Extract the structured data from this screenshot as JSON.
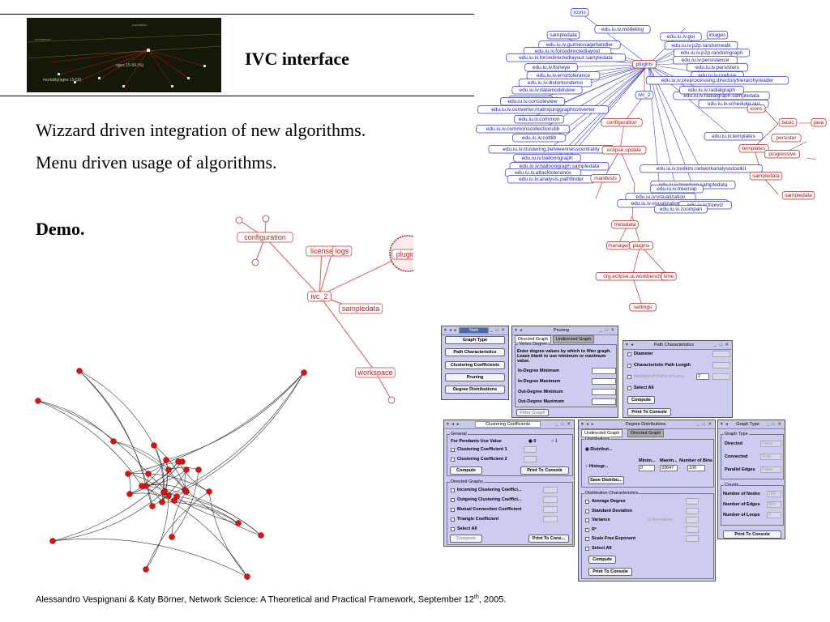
{
  "slide": {
    "title": "IVC interface",
    "bullets": [
      "Wizzard driven integration of  new algorithms.",
      "Menu driven usage of  algorithms."
    ],
    "demo": "Demo.",
    "footer_main": "Alessandro Vespignani & Katy Börner, Network Science: A Theoretical and Practical Framework, September 12",
    "footer_sup": "th",
    "footer_end": ", 2005."
  },
  "banner_labels": [
    "mortality(ages 15-59)",
    "ages 15-59 (%)",
    "population",
    "prevalence"
  ],
  "tree": {
    "root": "plugins",
    "hub": "ivc_2",
    "blue_nodes": [
      "icons",
      "images",
      "sampledata",
      "edu.iu.iv.modeling",
      "edu.iu.iv.gui",
      "edu.iu.iv.guimessagehandler",
      "edu.iu.iv.forcedirectedlayout",
      "edu.iu.iv.forcedirectedlayout.sampledata",
      "edu.iu.iv.fisheye",
      "edu.iu.iv.errortolerance",
      "edu.iu.iv.distortiondemo",
      "edu.iu.iv.datamodelview",
      "edu.iu.iv.core",
      "edu.iu.iv.converter.matrixjunggraphconverter",
      "edu.iu.iv.consoleview",
      "edu.iu.iv.common",
      "edu.iu.iv.commonscollectionslib",
      "edu.iu.iv.coltlib",
      "edu.iu.iv.clustering.betweennesscentrality",
      "edu.iu.iv.balloongraph",
      "edu.iu.iv.balloongraph.sampledata",
      "edu.iu.iv.attacktolerance",
      "edu.iu.iv.analysis.pathfinder",
      "edu.iu.iv.p2p.randomwalk",
      "edu.iu.iv.p2p.randomgraph",
      "edu.iu.iv.persistence",
      "edu.iu.iv.persisters",
      "edu.iu.iv.prefuse",
      "edu.iu.iv.preprocessing.directoryhierarchyreader",
      "edu.iu.iv.radialgraph.sampledata",
      "edu.iu.iv.radialgraph",
      "edu.iu.iv.scheduler.gui",
      "edu.iu.iv.templates",
      "edu.iu.iv.toolkits.networkanalysistoolkit",
      "edu.iu.iv.treemap.sampledata",
      "edu.iu.iv.treemap",
      "edu.iu.iv.visualization",
      "edu.iu.iv.visualization.networklayout",
      "edu.iu.iv.treeviz",
      "edu.iu.iv.zoompan"
    ],
    "red_nodes": [
      "configuration",
      "eclipse.update",
      "manifests",
      "metadata",
      "manager",
      "plugins",
      "org.eclipse.ui.workbench",
      "time",
      "settings",
      "basic",
      "java",
      "persister",
      "templates",
      "progressive",
      "sampledata",
      "icons",
      "sampledata"
    ]
  },
  "demo_graph": {
    "labels": [
      "configuration",
      "license",
      "logs",
      "plugins",
      "ivc_2",
      "sampledata",
      "workspace"
    ]
  },
  "dialogs": {
    "nwb": {
      "title": "Nwb",
      "buttons": [
        "Graph Type",
        "Path Characteristics",
        "Clustering Coefficients",
        "Pruning",
        "Degree Distributions"
      ]
    },
    "pruning": {
      "title": "Pruning",
      "tabs": [
        "Directed Graph",
        "Undirected Graph"
      ],
      "group": "Vertex Degree",
      "desc": "Enter degree values by which to filter graph. Leave blank to use minimum or maximum value.",
      "fields": [
        "In-Degree Minimum",
        "In-Degree Maximum",
        "Out-Degree Minimum",
        "Out-Degree Maximum"
      ],
      "button": "Filter Graph"
    },
    "path": {
      "title": "Path Characteristics",
      "rows": [
        "Diameter",
        "Characteristic Path Length",
        "Number of Paths of Leng...",
        "Select All"
      ],
      "paths_value": "2",
      "buttons": [
        "Compute",
        "Print To Console"
      ]
    },
    "clustering": {
      "title": "Clustering Coefficients",
      "general": "General",
      "pendants": "For Pendants Use Value",
      "radio0": "0",
      "radio1": "1",
      "cc": [
        "Clustering Coefficient 1",
        "Clustering Coefficient 2"
      ],
      "buttons": [
        "Compute",
        "Print To Console"
      ],
      "directed": "Directed Graphs",
      "drows": [
        "Incoming Clustering Coeffici...",
        "Outgoing Clustering Coeffici...",
        "Mutual Connection Coefficient",
        "Triangle Coefficient",
        "Select All"
      ],
      "dbuttons": [
        "Compute",
        "Print To Cons..."
      ]
    },
    "degree": {
      "title": "Degree Distributions",
      "tabs": [
        "Undirected Graph",
        "Directed Graph"
      ],
      "dist": "Distributions",
      "distrib": "Distribut...",
      "histog": "Histogr...",
      "cols": [
        "Minim...",
        "Maxim...",
        "Number of Bins"
      ],
      "vals": [
        "0",
        "33647",
        "100"
      ],
      "save": "Save Distribu...",
      "chars": "Distribution Characteristics",
      "crows": [
        "Average Degree",
        "Standard Deviation",
        "Variance",
        "R²",
        "Scale Free Exponent",
        "Select All"
      ],
      "normalize": "Normalize",
      "buttons": [
        "Compute",
        "Print To Console"
      ]
    },
    "graphtype": {
      "title": "Graph Type",
      "group": "Graph Type",
      "rows": [
        "Directed",
        "Connected",
        "Parallel Edges"
      ],
      "vals": [
        "False",
        "True",
        "False"
      ],
      "counts": "Counts",
      "crows": [
        "Number of Nodes",
        "Number of Edges",
        "Number of Loops"
      ],
      "cvals": [
        "100",
        "500",
        "0"
      ],
      "button": "Print To Console"
    }
  },
  "colors": {
    "blue": "#3333cc",
    "red": "#cc3333",
    "dialog": "#ccccf0"
  }
}
